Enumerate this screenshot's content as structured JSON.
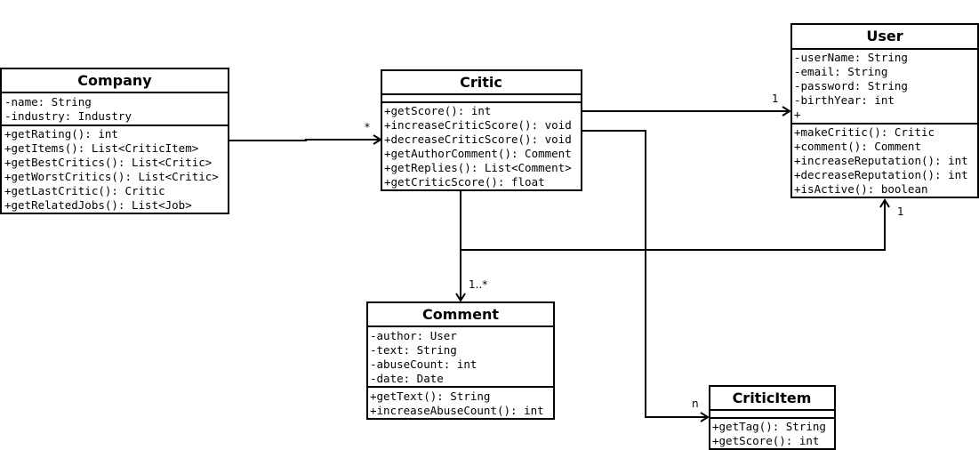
{
  "classes": {
    "company": {
      "name": "Company",
      "attributes": [
        "-name: String",
        "-industry: Industry"
      ],
      "methods": [
        "+getRating(): int",
        "+getItems(): List<CriticItem>",
        "+getBestCritics(): List<Critic>",
        "+getWorstCritics(): List<Critic>",
        "+getLastCritic(): Critic",
        "+getRelatedJobs(): List<Job>"
      ]
    },
    "critic": {
      "name": "Critic",
      "attributes": [],
      "methods": [
        "+getScore(): int",
        "+increaseCriticScore(): void",
        "+decreaseCriticScore(): void",
        "+getAuthorComment(): Comment",
        "+getReplies(): List<Comment>",
        "+getCriticScore(): float"
      ]
    },
    "user": {
      "name": "User",
      "attributes": [
        "-userName: String",
        "-email: String",
        "-password: String",
        "-birthYear: int",
        "+"
      ],
      "methods": [
        "+makeCritic(): Critic",
        "+comment(): Comment",
        "+increaseReputation(): int",
        "+decreaseReputation(): int",
        "+isActive(): boolean"
      ]
    },
    "comment": {
      "name": "Comment",
      "attributes": [
        "-author: User",
        "-text: String",
        "-abuseCount: int",
        "-date: Date"
      ],
      "methods": [
        "+getText(): String",
        "+increaseAbuseCount(): int"
      ]
    },
    "critic_item": {
      "name": "CriticItem",
      "attributes": [],
      "methods": [
        "+getTag(): String",
        "+getScore(): int"
      ]
    }
  },
  "multiplicities": {
    "company_critic": "*",
    "critic_user": "1",
    "critic_comment": "1..*",
    "comment_user": "1",
    "critic_item": "n"
  }
}
